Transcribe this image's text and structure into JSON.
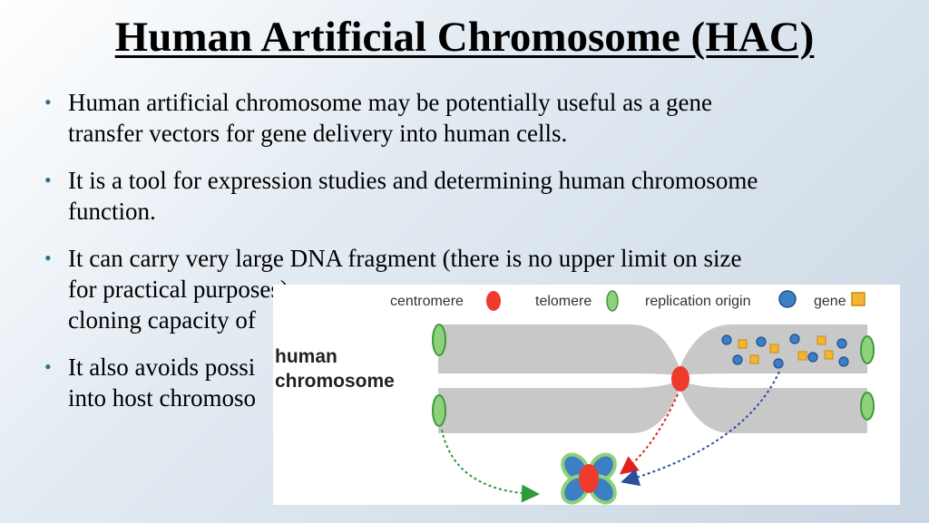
{
  "slide": {
    "title": "Human Artificial Chromosome (HAC)",
    "bullets": [
      "Human artificial chromosome may be potentially useful as a gene transfer vectors for gene delivery into human cells.",
      "It is a tool for expression studies and determining human chromosome function.",
      "It can carry very large DNA fragment (there is no upper limit on size for practical purposes) ...cloning capacity of...",
      "It also avoids possi... into host chromoso..."
    ],
    "bullet_lines": [
      [
        "Human artificial chromosome may be potentially useful as a gene",
        "transfer vectors for gene delivery into human cells."
      ],
      [
        "It is a tool for expression studies and determining human chromosome",
        "function."
      ],
      [
        "It can carry very large DNA fragment (there is no upper limit on size",
        "for practical purposes)",
        "cloning capacity of"
      ],
      [
        "It also avoids possi",
        "into host chromoso"
      ]
    ]
  },
  "figure": {
    "legend": {
      "centromere": "centromere",
      "telomere": "telomere",
      "replication_origin": "replication origin",
      "gene": "gene"
    },
    "label_line1": "human",
    "label_line2": "chromosome",
    "colors": {
      "chromosome": "#c8c8c8",
      "centromere": "#ef3a2c",
      "telomere": "#8fd07a",
      "replication_origin": "#3d7fc4",
      "gene": "#f5b530",
      "arrow_green": "#2e9a3c",
      "arrow_red": "#e0231d",
      "arrow_blue": "#2c4f9c"
    }
  }
}
